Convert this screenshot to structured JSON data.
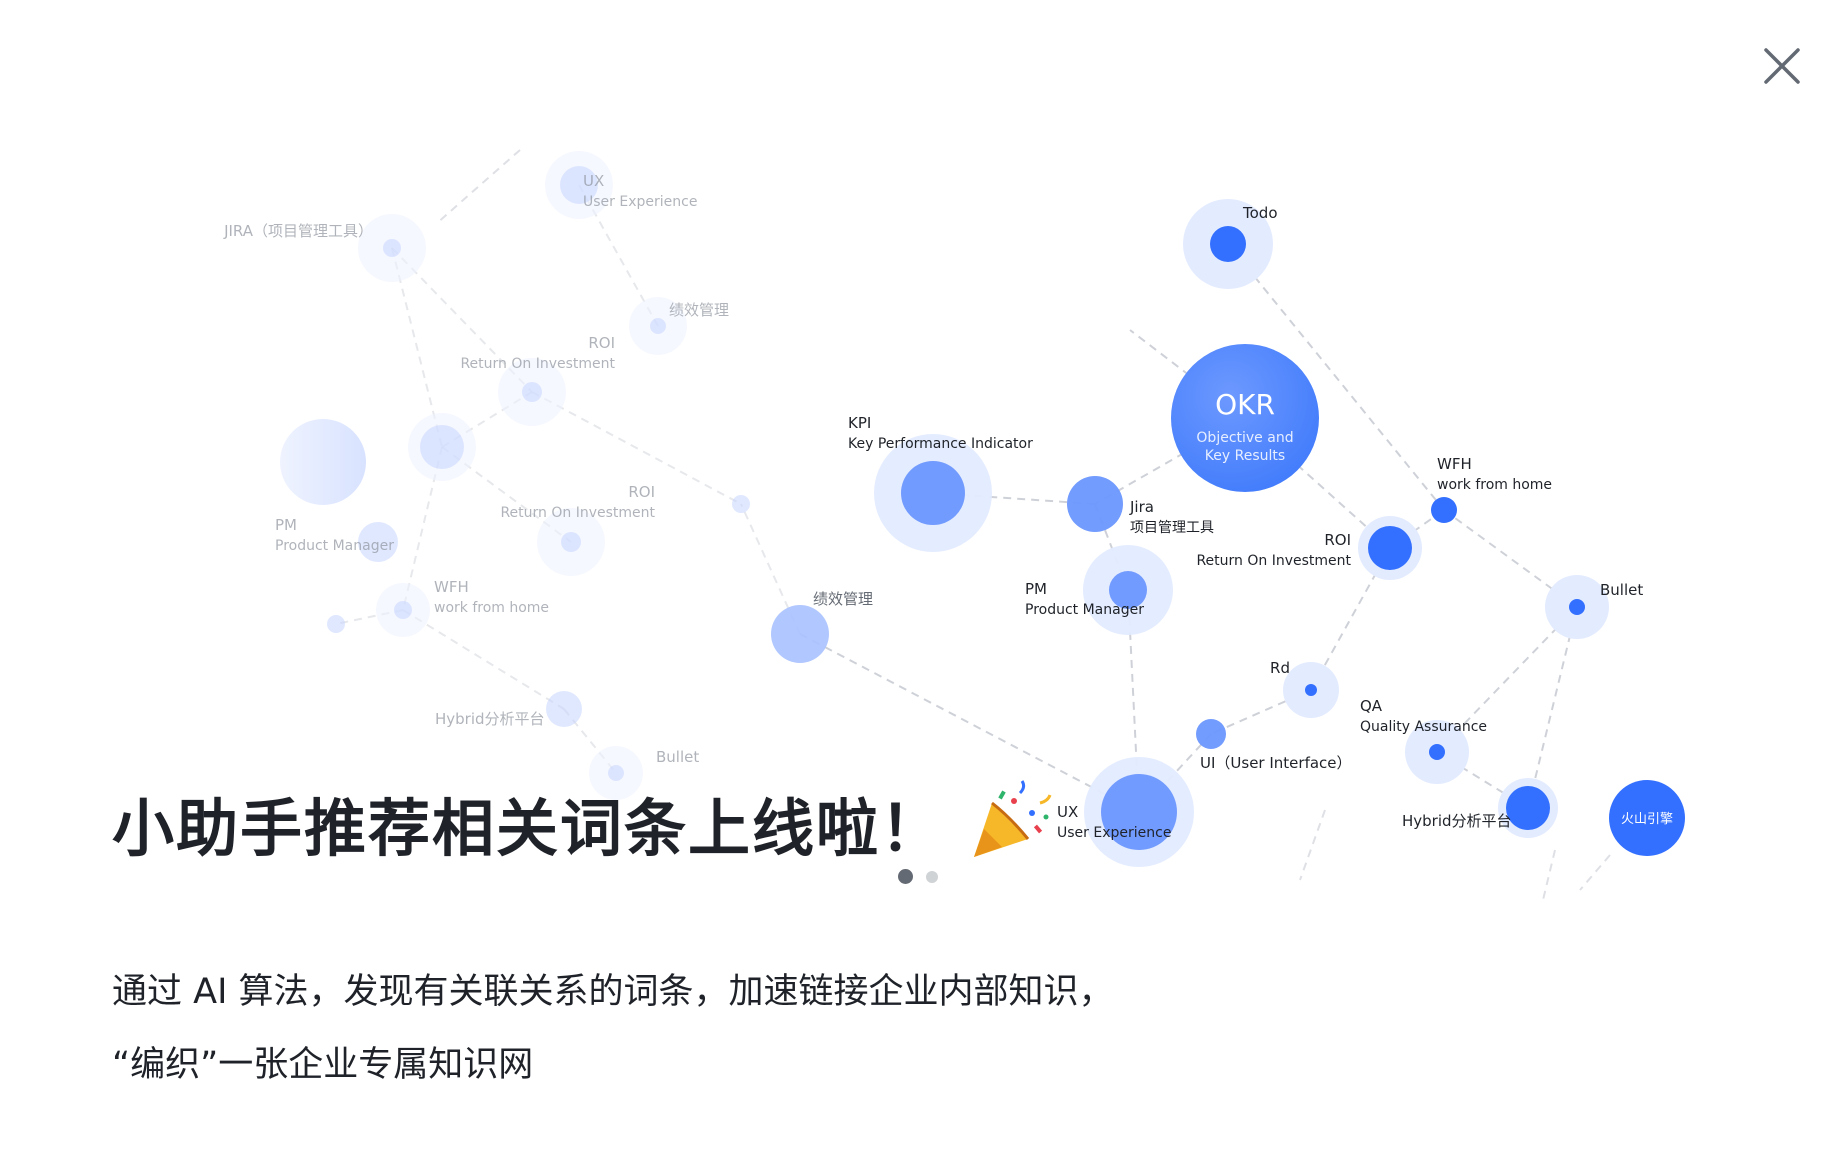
{
  "dialog": {
    "close_label": "×",
    "headline": "小助手推荐相关词条上线啦！",
    "description": [
      "通过 AI 算法，发现有关联关系的词条，加速链接企业内部知识，",
      "“编织”一张企业专属知识网"
    ],
    "pagination": {
      "current": 1,
      "total": 2
    }
  },
  "graph": {
    "colors": {
      "strong": "#3370ff",
      "mid": "#6b97ff",
      "light": "#a9c1ff",
      "halo": "#e3ebff",
      "edge": "#c9cdd4"
    },
    "nodes": [
      {
        "id": "okr",
        "title": "OKR",
        "subtitle": "Objective and",
        "subtitle2": "Key Results"
      },
      {
        "id": "todo",
        "title": "Todo",
        "subtitle": ""
      },
      {
        "id": "kpi",
        "title": "KPI",
        "subtitle": "Key Performance Indicator"
      },
      {
        "id": "jira",
        "title": "Jira",
        "subtitle": "项目管理工具"
      },
      {
        "id": "pm",
        "title": "PM",
        "subtitle": "Product Manager"
      },
      {
        "id": "roi",
        "title": "ROI",
        "subtitle": "Return On Investment"
      },
      {
        "id": "wfh",
        "title": "WFH",
        "subtitle": "work from home"
      },
      {
        "id": "bullet",
        "title": "Bullet",
        "subtitle": ""
      },
      {
        "id": "rd",
        "title": "Rd",
        "subtitle": ""
      },
      {
        "id": "qa",
        "title": "QA",
        "subtitle": "Quality Assurance"
      },
      {
        "id": "ui",
        "title": "UI（User Interface）",
        "subtitle": ""
      },
      {
        "id": "hybrid",
        "title": "Hybrid分析平台",
        "subtitle": ""
      },
      {
        "id": "huoshan",
        "title": "火山引擎",
        "subtitle": ""
      },
      {
        "id": "ux_center",
        "title": "UX",
        "subtitle": "User Experience"
      },
      {
        "id": "jixiao_mid",
        "title": "绩效管理",
        "subtitle": ""
      },
      {
        "id": "ux_top",
        "title": "UX",
        "subtitle": "User Experience"
      },
      {
        "id": "jira_faded",
        "title": "JIRA（项目管理工具）",
        "subtitle": ""
      },
      {
        "id": "jixiao_top",
        "title": "绩效管理",
        "subtitle": ""
      },
      {
        "id": "roi_top",
        "title": "ROI",
        "subtitle": "Return On Investment"
      },
      {
        "id": "roi_mid",
        "title": "ROI",
        "subtitle": "Return On Investment"
      },
      {
        "id": "pm_faded",
        "title": "PM",
        "subtitle": "Product Manager"
      },
      {
        "id": "wfh_faded",
        "title": "WFH",
        "subtitle": "work from home"
      },
      {
        "id": "hybrid_faded",
        "title": "Hybrid分析平台",
        "subtitle": ""
      },
      {
        "id": "bullet_faded",
        "title": "Bullet",
        "subtitle": ""
      },
      {
        "id": "blank1",
        "title": "",
        "subtitle": ""
      },
      {
        "id": "blank2",
        "title": "",
        "subtitle": ""
      },
      {
        "id": "blank3",
        "title": "",
        "subtitle": ""
      }
    ],
    "edges": [
      [
        "okr",
        "kpi_far"
      ],
      [
        "okr",
        "jira"
      ],
      [
        "okr",
        "roi"
      ],
      [
        "todo",
        "wfh"
      ],
      [
        "jira",
        "kpi"
      ],
      [
        "jira",
        "pm"
      ],
      [
        "roi",
        "wfh"
      ],
      [
        "roi",
        "rd"
      ],
      [
        "wfh",
        "bullet"
      ],
      [
        "bullet",
        "qa"
      ],
      [
        "bullet",
        "hybrid"
      ],
      [
        "qa",
        "hybrid"
      ],
      [
        "rd",
        "ui"
      ],
      [
        "ui",
        "ux_center"
      ],
      [
        "pm",
        "ux_center"
      ],
      [
        "jixiao_mid",
        "ux_center"
      ],
      [
        "jixiao_mid",
        "blank3"
      ],
      [
        "ux_top",
        "jixiao_top"
      ],
      [
        "jira_faded",
        "roi_top"
      ],
      [
        "jira_faded",
        "blank1"
      ],
      [
        "blank1",
        "roi_top"
      ],
      [
        "blank1",
        "roi_mid"
      ],
      [
        "blank1",
        "wfh_faded"
      ],
      [
        "wfh_faded",
        "hybrid_faded"
      ],
      [
        "hybrid_faded",
        "bullet_faded"
      ],
      [
        "roi_top",
        "blank3"
      ],
      [
        "wfh_faded",
        "blank2"
      ]
    ]
  }
}
